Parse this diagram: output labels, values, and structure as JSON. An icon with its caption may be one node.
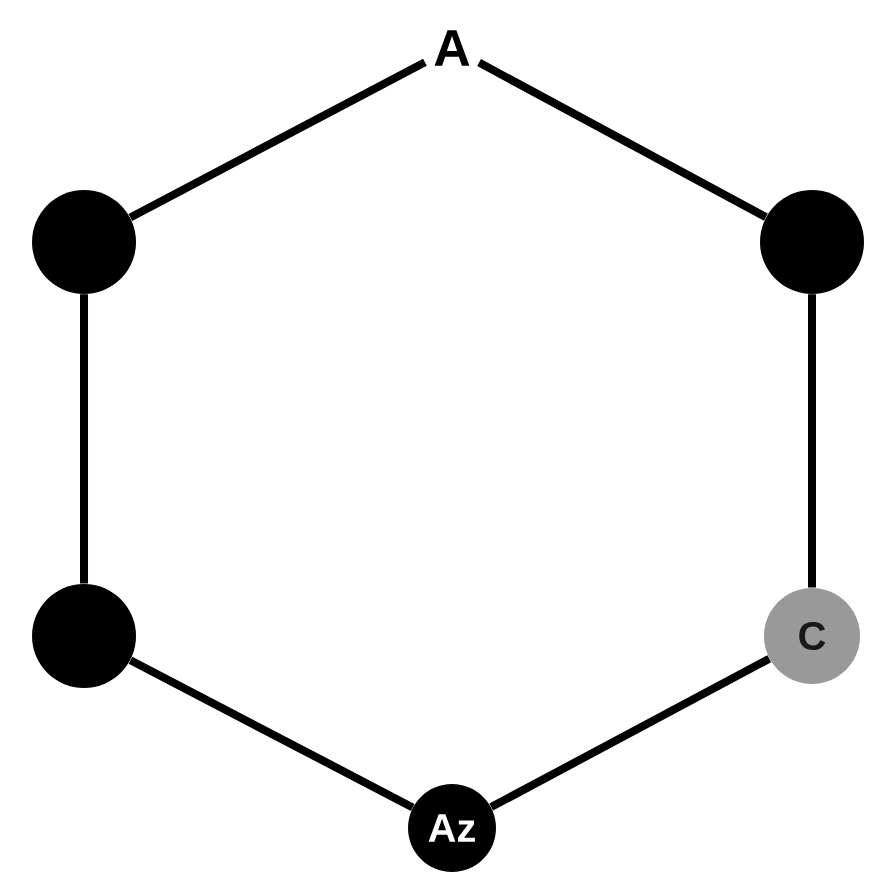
{
  "diagram": {
    "nodes": [
      {
        "text": [
          "A"
        ]
      },
      {
        "text": [],
        "shape": "circle"
      },
      {
        "text": [],
        "shape": "circle"
      },
      {
        "text": [],
        "shape": "circle"
      },
      {
        "text": [
          "C"
        ]
      },
      {
        "text": [
          "Az"
        ]
      }
    ],
    "edges": [
      {
        "from": 0,
        "to": 1,
        "arrow": "none"
      },
      {
        "from": 0,
        "to": 2,
        "arrow": "none"
      },
      {
        "from": 1,
        "to": 3,
        "arrow": "none"
      },
      {
        "from": 2,
        "to": 4,
        "arrow": "none"
      },
      {
        "from": 3,
        "to": 5,
        "arrow": "none"
      },
      {
        "from": 4,
        "to": 5,
        "arrow": "none"
      }
    ]
  }
}
